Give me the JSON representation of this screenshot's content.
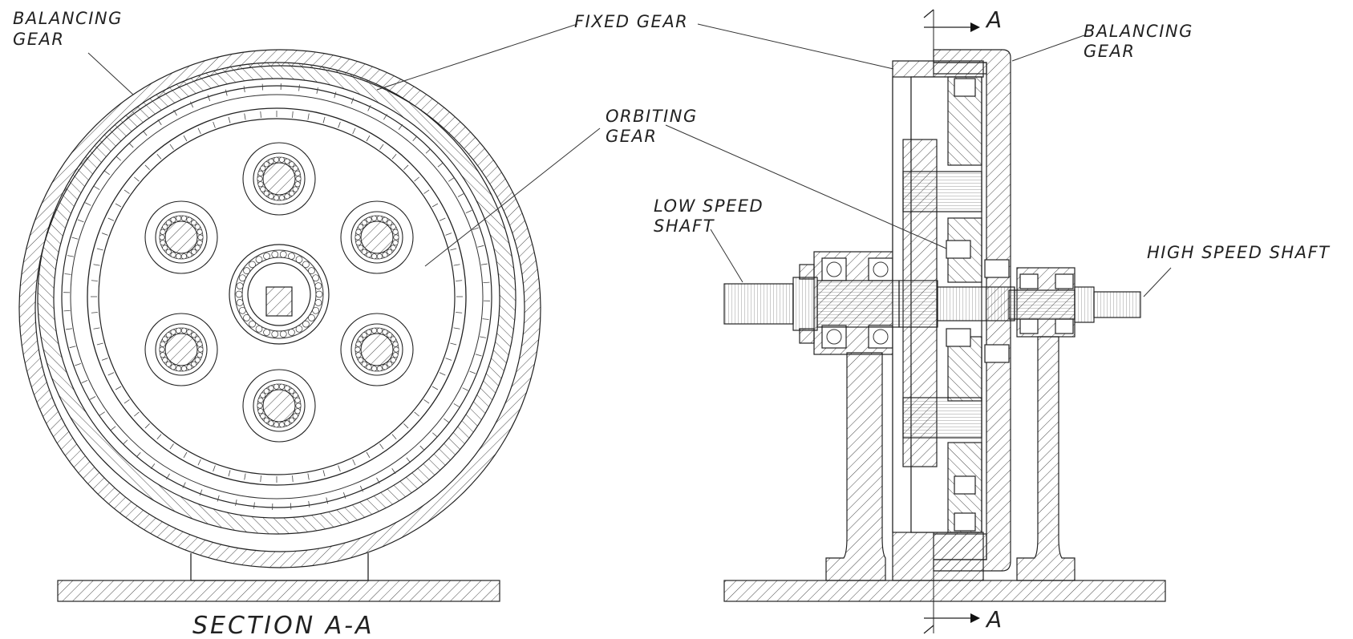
{
  "labels": {
    "balancing_gear_left_1": "BALANCING",
    "balancing_gear_left_2": "GEAR",
    "fixed_gear": "FIXED GEAR",
    "orbiting_gear_1": "ORBITING",
    "orbiting_gear_2": "GEAR",
    "section_title": "SECTION A-A",
    "section_marker_top": "A",
    "section_marker_bottom": "A",
    "balancing_gear_right_1": "BALANCING",
    "balancing_gear_right_2": "GEAR",
    "low_speed_shaft_1": "LOW SPEED",
    "low_speed_shaft_2": "SHAFT",
    "high_speed_shaft": "HIGH SPEED SHAFT"
  },
  "colors": {
    "line": "#222222",
    "background": "#ffffff"
  }
}
